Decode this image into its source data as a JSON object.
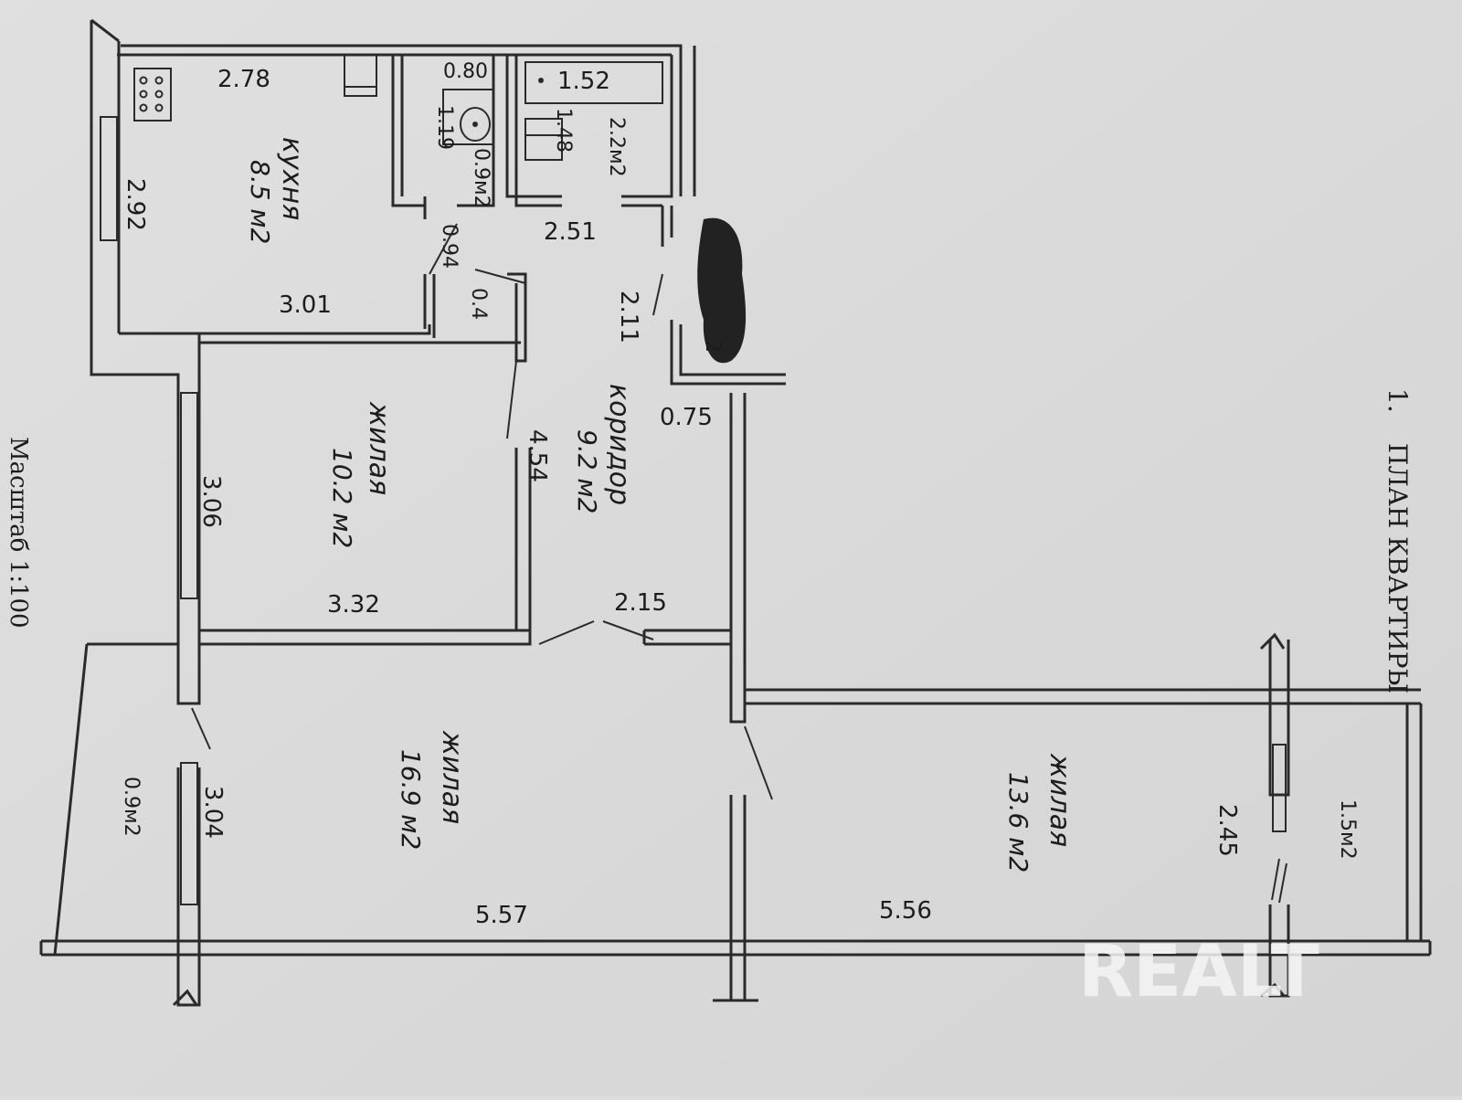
{
  "plan": {
    "title_number": "1.",
    "title": "ПЛАН КВАРТИРЫ",
    "scale": "Масштаб 1:100"
  },
  "rooms": {
    "kitchen": {
      "name": "кухня",
      "area": "8.5 м2"
    },
    "living_small": {
      "name": "жилая",
      "area": "10.2 м2"
    },
    "corridor": {
      "name": "коридор",
      "area": "9.2 м2"
    },
    "living_large": {
      "name": "жилая",
      "area": "16.9 м2"
    },
    "living_right": {
      "name": "жилая",
      "area": "13.6 м2"
    },
    "bath": {
      "area": "2.2м2"
    },
    "wc": {
      "area": "0.9м2"
    },
    "closet": {
      "area": "0.4"
    },
    "balcony_left": {
      "area": "0.9м2"
    },
    "balcony_right": {
      "area": "1.5м2"
    }
  },
  "dimensions": {
    "d278": "2.78",
    "d292": "2.92",
    "d301": "3.01",
    "d080": "0.80",
    "d119": "1.19",
    "d094": "0.94",
    "d152": "1.52",
    "d148": "1.48",
    "d251": "2.51",
    "d211": "2.11",
    "d075": "0.75",
    "d306": "3.06",
    "d454": "4.54",
    "d332": "3.32",
    "d215": "2.15",
    "d304": "3.04",
    "d557": "5.57",
    "d556": "5.56",
    "d245": "2.45"
  },
  "watermark": "REALT"
}
